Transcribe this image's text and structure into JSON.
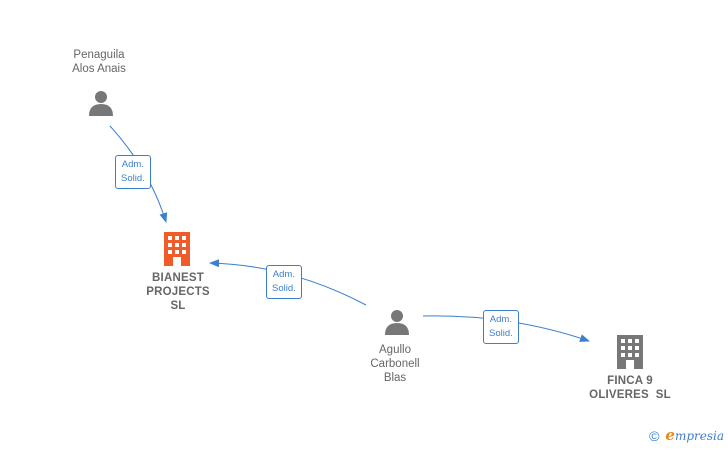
{
  "nodes": {
    "penaguila": {
      "type": "person",
      "icon": "person-icon",
      "lines": [
        "Penaguila",
        "Alos Anais"
      ]
    },
    "bianest": {
      "type": "company",
      "icon": "building-icon",
      "icon_color": "#f15a29",
      "lines": [
        "BIANEST",
        "PROJECTS",
        "SL"
      ]
    },
    "agullo": {
      "type": "person",
      "icon": "person-icon",
      "lines": [
        "Agullo",
        "Carbonell",
        "Blas"
      ]
    },
    "finca": {
      "type": "company",
      "icon": "building-icon",
      "icon_color": "#777777",
      "lines": [
        "FINCA 9",
        "OLIVERES  SL"
      ]
    }
  },
  "edges": [
    {
      "from": "penaguila",
      "to": "bianest",
      "lines": [
        "Adm.",
        "Solid."
      ]
    },
    {
      "from": "agullo",
      "to": "bianest",
      "lines": [
        "Adm.",
        "Solid."
      ]
    },
    {
      "from": "agullo",
      "to": "finca",
      "lines": [
        "Adm.",
        "Solid."
      ]
    }
  ],
  "colors": {
    "edge": "#3b7fcf",
    "person_icon": "#777777",
    "label_text": "#666666"
  },
  "brand": {
    "copyright": "©",
    "logo_e": "e",
    "logo_rest": "mpresia"
  }
}
